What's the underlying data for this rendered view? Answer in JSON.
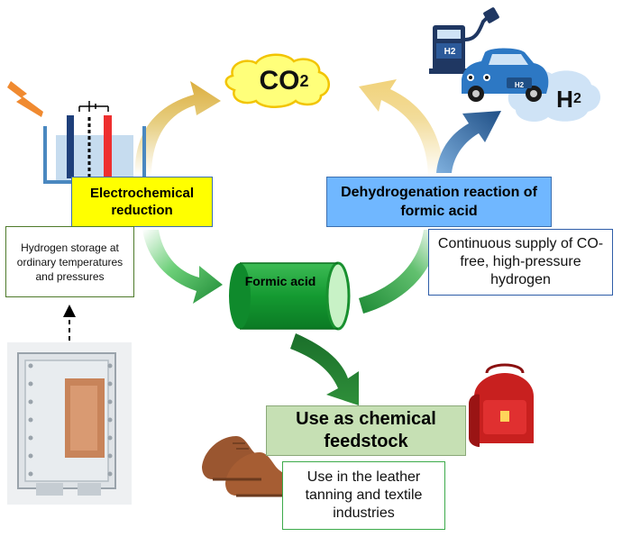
{
  "co2": {
    "main": "CO",
    "sub": "2"
  },
  "h2": {
    "main": "H",
    "sub": "2"
  },
  "pump_sign": "H2",
  "car_sign": "H2",
  "electrochemical_reduction": "Electrochemical reduction",
  "dehydrogenation": "Dehydrogenation reaction of formic acid",
  "hydrogen_storage": "Hydrogen storage at ordinary temperatures and pressures",
  "continuous_supply": "Continuous supply of CO-free, high-pressure hydrogen",
  "formic_acid": "Formic acid",
  "chemical_feedstock": "Use as chemical feedstock",
  "leather_textile": "Use in the leather tanning and textile industries",
  "colors": {
    "electrochem_box": "#ffff00",
    "dehydrogenation_box": "#70b7ff",
    "feedstock_box": "#c6e0b4",
    "formic_cylinder": "#1fa33a",
    "co2_arrow": "#e0b84a",
    "h2_arrow": "#2a5c8f",
    "green_arrow": "#2f8f3a"
  },
  "icons": [
    "lightning-icon",
    "electrolysis-cell-icon",
    "cloud-icon",
    "hydrogen-pump-icon",
    "hydrogen-car-icon",
    "shoes-icon",
    "school-backpack-icon",
    "device-photo"
  ]
}
